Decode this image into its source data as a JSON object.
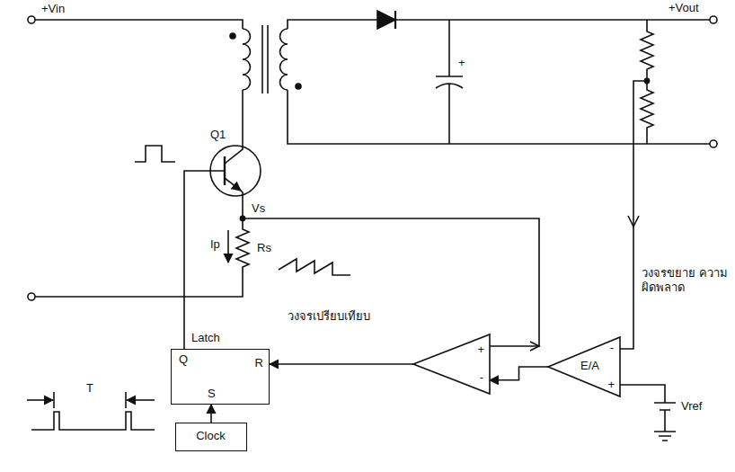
{
  "diagram": {
    "nodes": [
      {
        "text": [
          "Latch",
          "Q",
          "R",
          "S"
        ]
      },
      {
        "text": [
          "Clock"
        ]
      },
      {
        "text": [
          "+",
          "-"
        ]
      },
      {
        "text": [
          "E/A",
          "-",
          "+"
        ]
      }
    ],
    "edges": [
      {
        "from": 1,
        "to": 0,
        "arrow": "to"
      },
      {
        "from": 2,
        "to": 0,
        "arrow": "to"
      },
      {
        "from": 3,
        "to": 2,
        "arrow": "to"
      }
    ],
    "labels": [
      "+Vin",
      "Q1",
      "+Vout",
      "+",
      "Ip",
      "Vs",
      "Rs",
      "T",
      "วงจรเปรียบเทียบ",
      "วงจรขยาย ความผิดพลาด",
      "Vref"
    ]
  }
}
